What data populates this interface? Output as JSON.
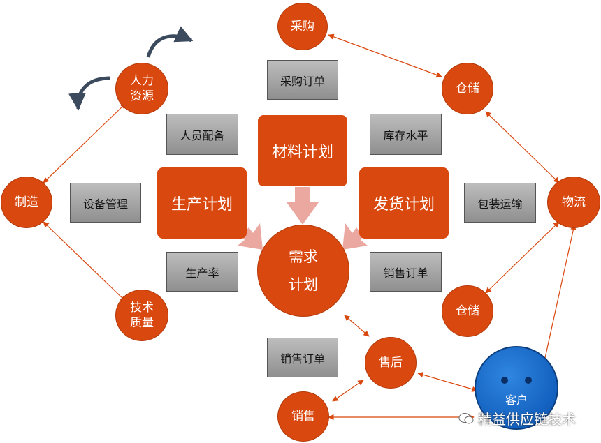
{
  "nodes": {
    "purchase": "采购",
    "hr": [
      "人力",
      "资源"
    ],
    "warehouse_top": "仓储",
    "manufacturing": "制造",
    "logistics": "物流",
    "tech_quality": [
      "技术",
      "质量"
    ],
    "warehouse_bottom": "仓储",
    "after_sales": "售后",
    "sales": "销售",
    "demand_plan": [
      "需求",
      "计划"
    ],
    "customer": "客户"
  },
  "plans": {
    "material": "材料计划",
    "production": "生产计划",
    "shipping": "发货计划"
  },
  "boxes": {
    "purchase_order": "采购订单",
    "staffing": "人员配备",
    "inventory_level": "库存水平",
    "equipment_mgmt": "设备管理",
    "packaging_transport": "包装运输",
    "production_rate": "生产率",
    "sales_order_right": "销售订单",
    "sales_order_bottom": "销售订单"
  },
  "watermark": "精益供应链技术",
  "colors": {
    "node": "#d9480f",
    "arrow": "#d9480f",
    "block_arrow": "#eaa8a0",
    "box_grey": "#a6a6a6",
    "customer_blue": "#1f6fd1"
  }
}
